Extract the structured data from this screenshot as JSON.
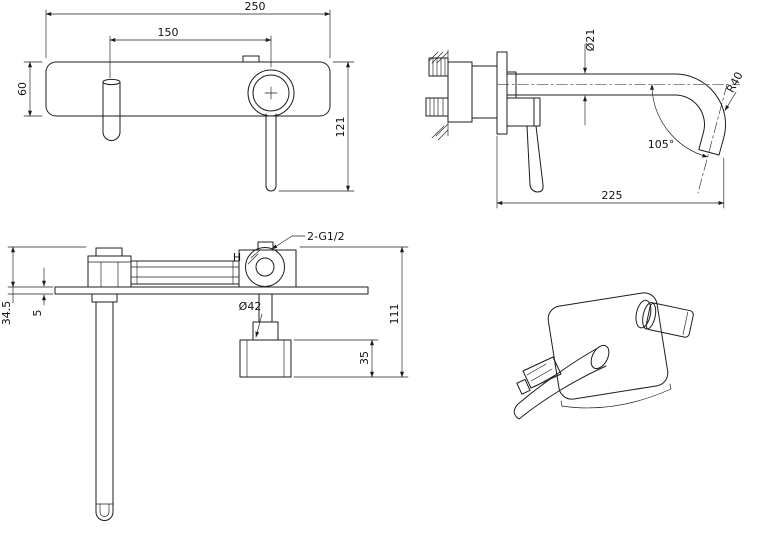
{
  "drawing": {
    "background": "#ffffff",
    "line_color": "#1c1c1c",
    "front_view": {
      "overall_width": "250",
      "center_distance": "150",
      "plate_height": "60",
      "handle_drop": "121"
    },
    "side_view": {
      "spout_diameter": "Ø21",
      "bend_radius": "R40",
      "outlet_angle": "105°",
      "spout_reach": "225"
    },
    "plan_view": {
      "thread_callout": "2-G1/2",
      "hot_mark": "H",
      "trim_diameter": "Ø42",
      "body_depth": "34.5",
      "plate_thickness": "5",
      "handle_projection": "111",
      "handle_body_length": "35"
    }
  }
}
